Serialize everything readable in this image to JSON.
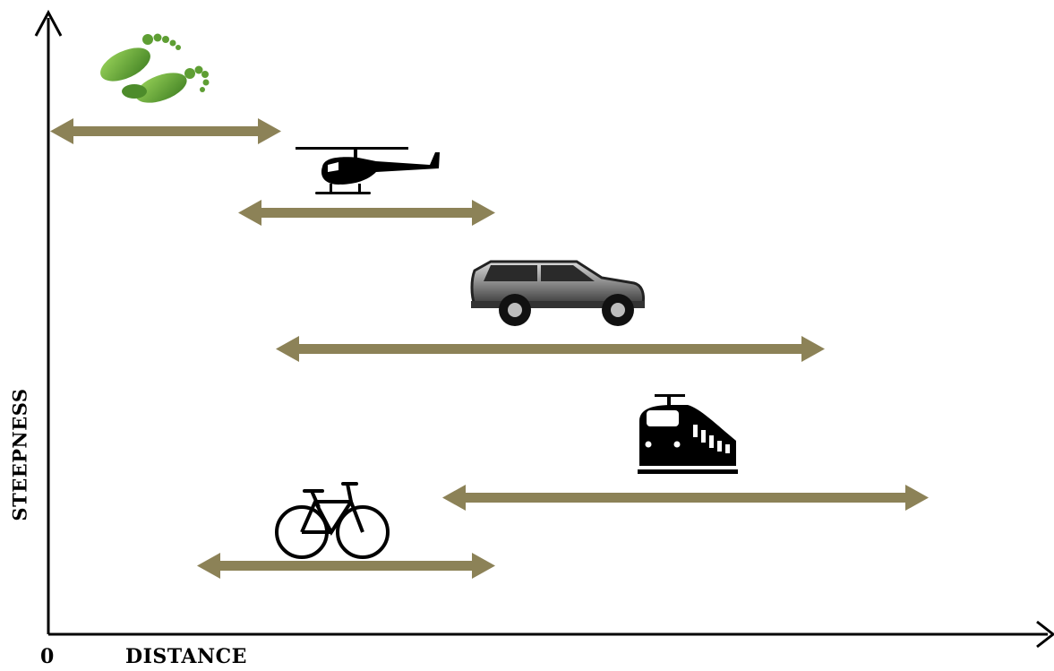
{
  "axes": {
    "x_label": "DISTANCE",
    "y_label": "STEEPNESS",
    "origin_label": "0"
  },
  "colors": {
    "range_arrow": "#8c8257",
    "axis": "#000000",
    "leaf_green": "#6aa83a"
  },
  "modes": [
    {
      "icon": "footprints-icon"
    },
    {
      "icon": "helicopter-icon"
    },
    {
      "icon": "suv-icon"
    },
    {
      "icon": "train-icon"
    },
    {
      "icon": "bicycle-icon"
    }
  ]
}
